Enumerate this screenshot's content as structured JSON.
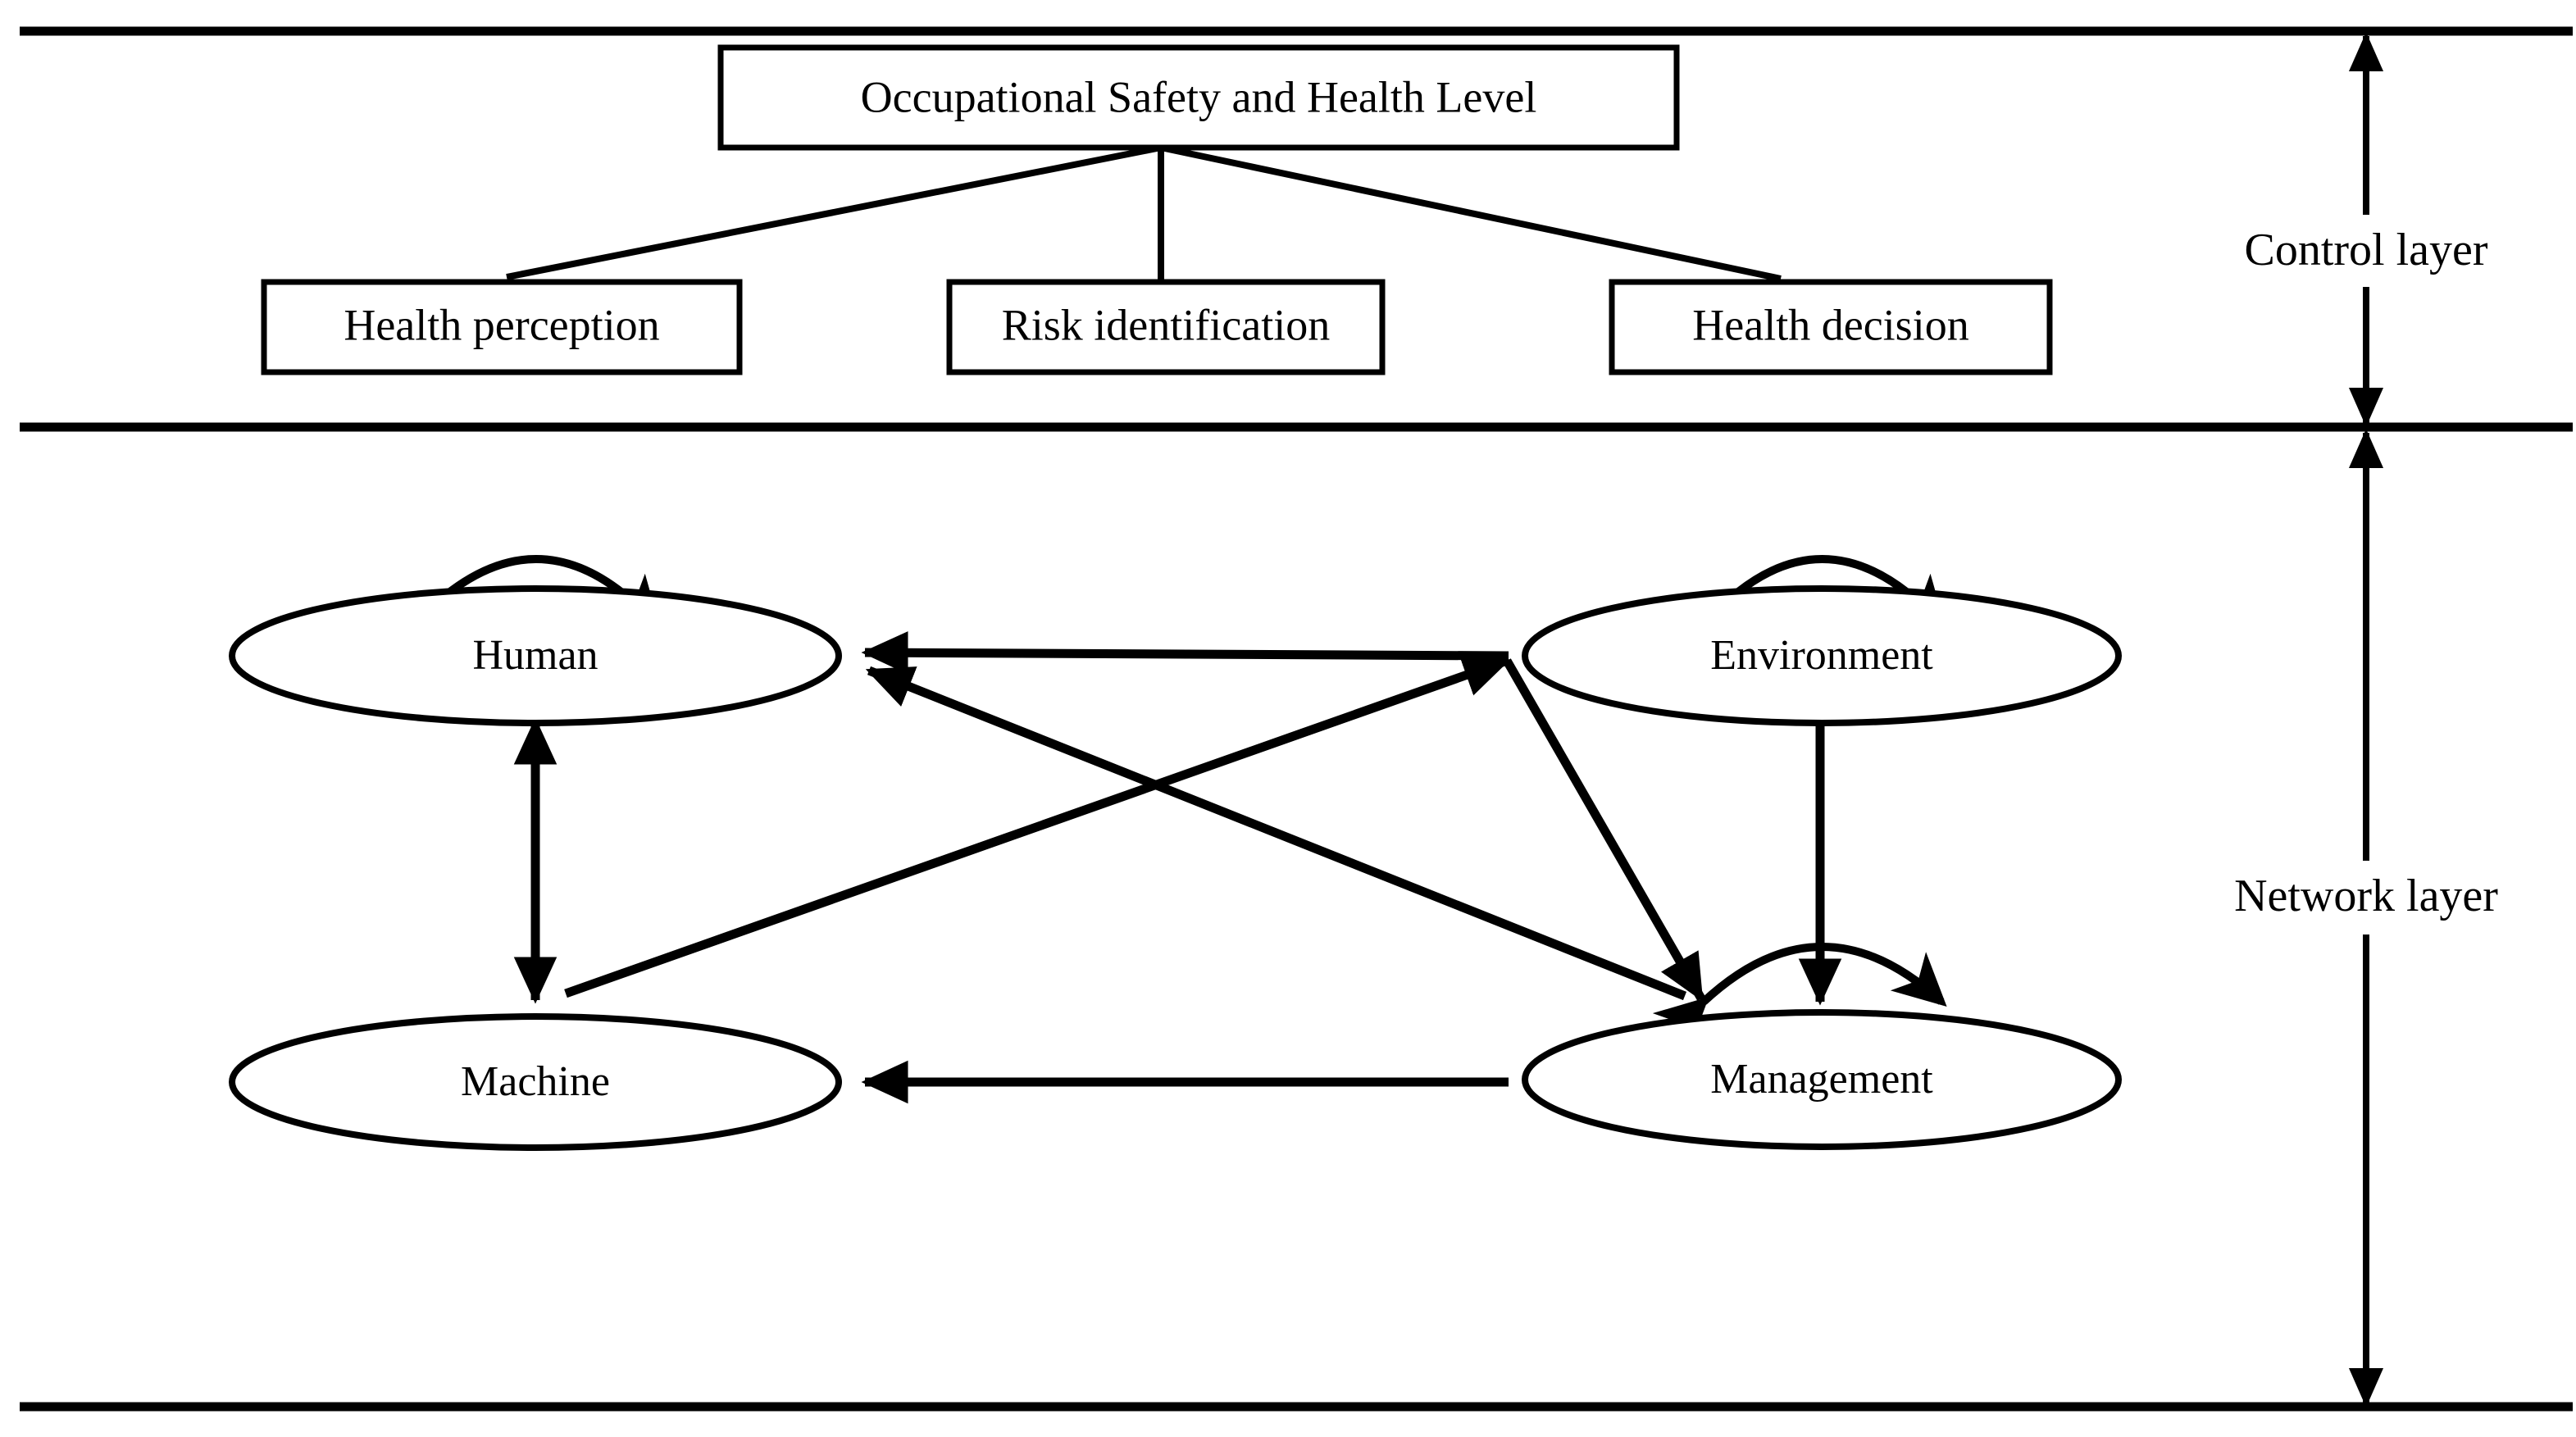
{
  "diagram": {
    "title": "Occupational Safety and Health Level system architecture",
    "background_color": "#ffffff",
    "stroke_color": "#000000"
  },
  "control_layer": {
    "label": "Control layer",
    "root_box": {
      "label": "Occupational Safety and Health Level"
    },
    "boxes": [
      {
        "label": "Health perception"
      },
      {
        "label": "Risk identification"
      },
      {
        "label": "Health decision"
      }
    ]
  },
  "network_layer": {
    "label": "Network layer",
    "nodes": [
      {
        "label": "Human"
      },
      {
        "label": "Environment"
      },
      {
        "label": "Machine"
      },
      {
        "label": "Management"
      }
    ],
    "edges": [
      {
        "from": "Environment",
        "to": "Human",
        "style": "single-arrow"
      },
      {
        "from": "Human",
        "to": "Machine",
        "style": "double-arrow"
      },
      {
        "from": "Management",
        "to": "Human",
        "style": "single-arrow"
      },
      {
        "from": "Human",
        "to": "Management",
        "style": "single-arrow"
      },
      {
        "from": "Environment",
        "to": "Management",
        "style": "single-arrow"
      },
      {
        "from": "Management",
        "to": "Machine",
        "style": "single-arrow"
      }
    ],
    "self_loops": [
      {
        "node": "Human"
      },
      {
        "node": "Environment"
      },
      {
        "node": "Management"
      }
    ]
  }
}
